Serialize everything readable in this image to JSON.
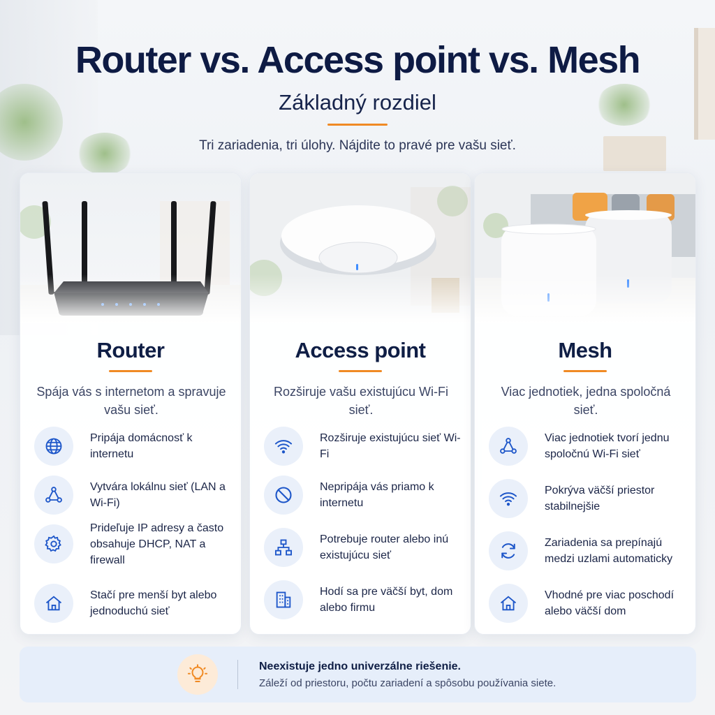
{
  "header": {
    "title": "Router vs. Access point vs. Mesh",
    "subtitle": "Základný rozdiel",
    "tagline": "Tri zariadenia, tri úlohy. Nájdite to pravé pre vašu sieť."
  },
  "colors": {
    "accent": "#f08a24",
    "icon_blue": "#1d56c9",
    "navy": "#0f1e45"
  },
  "cards": [
    {
      "title": "Router",
      "desc": "Spája vás s internetom a spravuje vašu sieť.",
      "features": [
        {
          "icon": "globe-icon",
          "text": "Pripája domácnosť k internetu"
        },
        {
          "icon": "network-nodes-icon",
          "text": "Vytvára lokálnu sieť (LAN a Wi-Fi)"
        },
        {
          "icon": "gear-icon",
          "text": "Prideľuje IP adresy a často obsahuje DHCP, NAT a firewall"
        },
        {
          "icon": "home-icon",
          "text": "Stačí pre menší byt alebo jednoduchú sieť"
        }
      ]
    },
    {
      "title": "Access point",
      "desc": "Rozširuje vašu existujúcu Wi-Fi sieť.",
      "features": [
        {
          "icon": "wifi-icon",
          "text": "Rozširuje existujúcu sieť Wi-Fi"
        },
        {
          "icon": "prohibited-icon",
          "text": "Nepripája vás priamo k internetu"
        },
        {
          "icon": "hierarchy-icon",
          "text": "Potrebuje router alebo inú existujúcu sieť"
        },
        {
          "icon": "building-icon",
          "text": "Hodí sa pre väčší byt, dom alebo firmu"
        }
      ]
    },
    {
      "title": "Mesh",
      "desc": "Viac jednotiek, jedna spoločná sieť.",
      "features": [
        {
          "icon": "network-nodes-icon",
          "text": "Viac jednotiek tvorí jednu spoločnú Wi-Fi sieť"
        },
        {
          "icon": "wifi-icon",
          "text": "Pokrýva väčší priestor stabilnejšie"
        },
        {
          "icon": "sync-icon",
          "text": "Zariadenia sa prepínajú medzi uzlami automaticky"
        },
        {
          "icon": "home-icon",
          "text": "Vhodné pre viac poschodí alebo väčší dom"
        }
      ]
    }
  ],
  "banner": {
    "icon": "lightbulb-icon",
    "title": "Neexistuje jedno univerzálne riešenie.",
    "text": "Záleží od priestoru, počtu zariadení a spôsobu používania siete."
  }
}
